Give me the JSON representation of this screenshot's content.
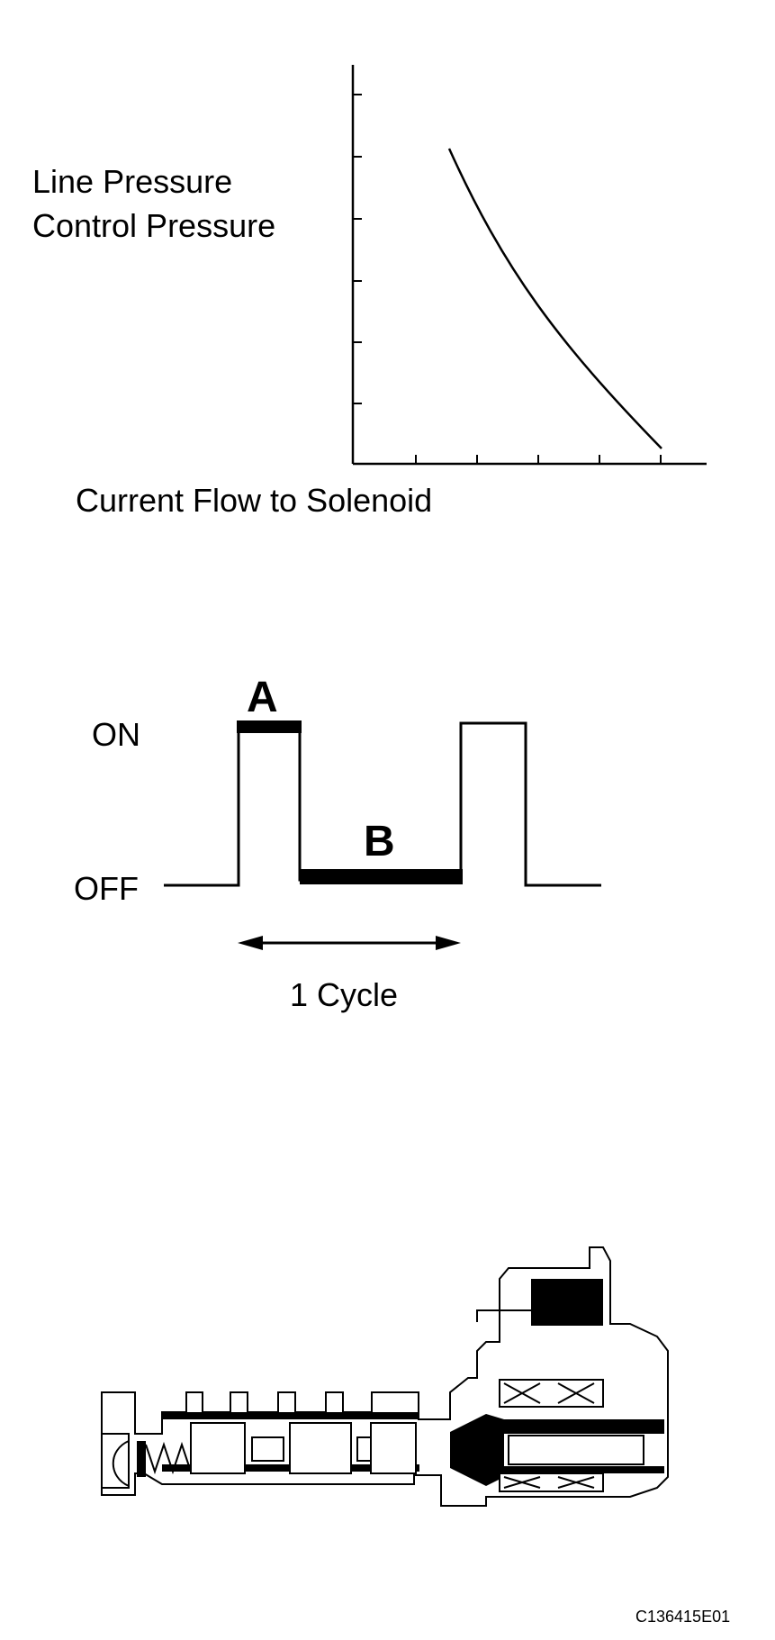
{
  "graph": {
    "ylabel_line1": "Line Pressure",
    "ylabel_line2": "Control Pressure",
    "xlabel": "Current Flow to Solenoid"
  },
  "duty_cycle": {
    "on_label": "ON",
    "off_label": "OFF",
    "label_a": "A",
    "label_b": "B",
    "cycle_label": "1 Cycle"
  },
  "solenoid": {
    "illustration": "linear-solenoid-valve-cutaway"
  },
  "figure_code": "C136415E01"
}
